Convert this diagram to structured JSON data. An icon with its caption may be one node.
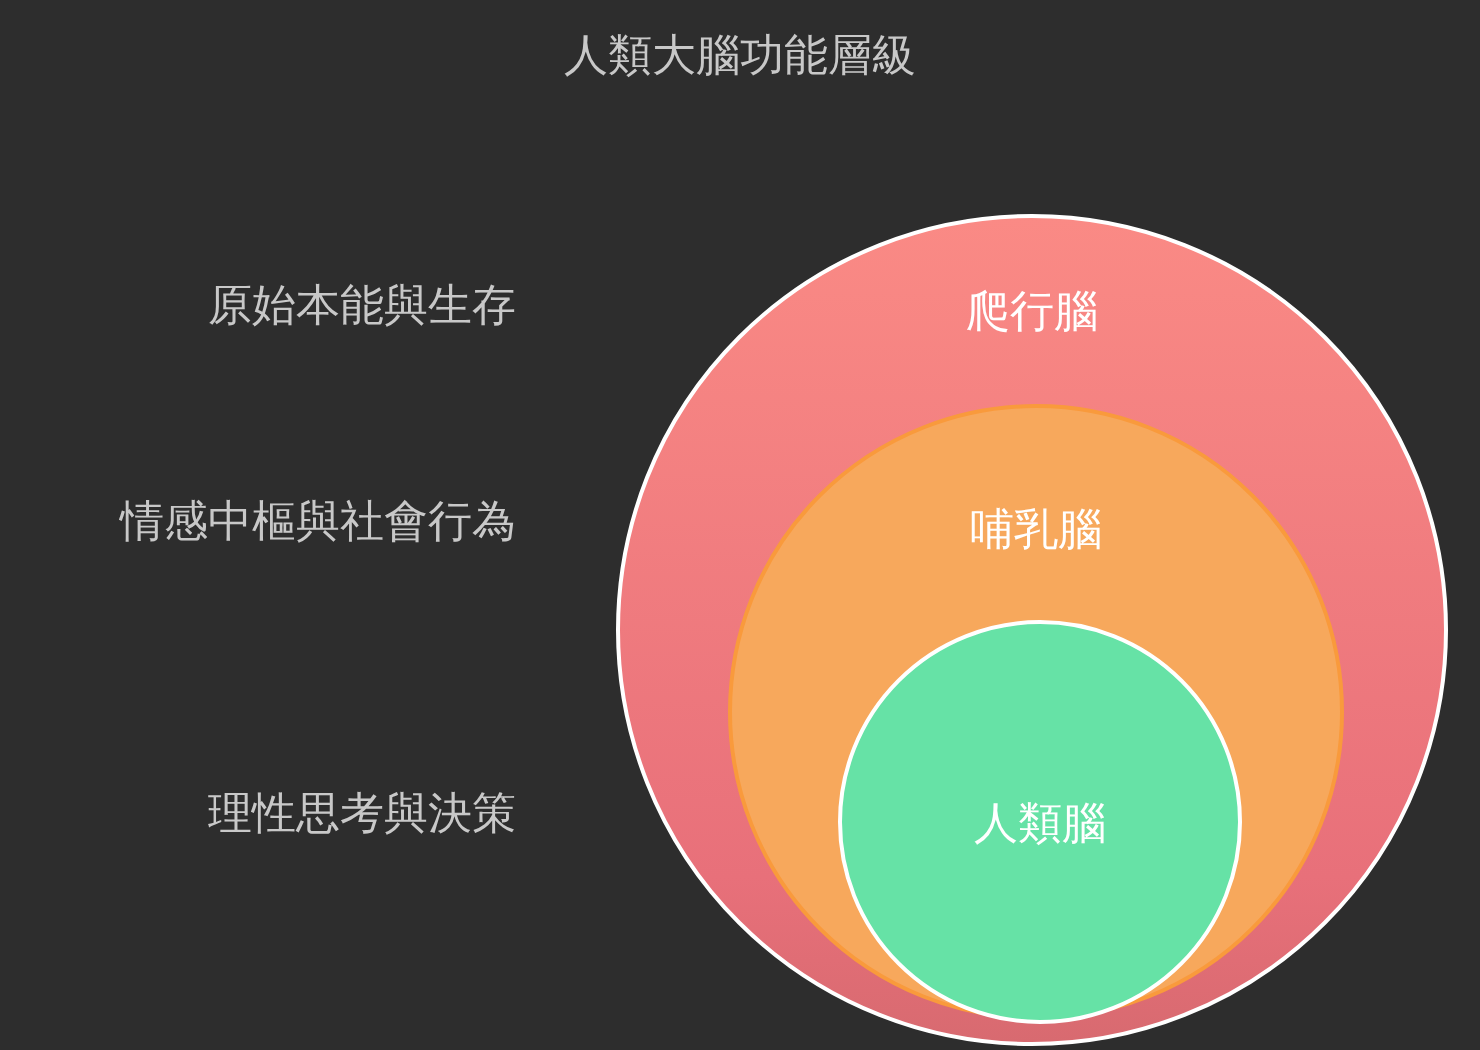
{
  "diagram": {
    "title": "人類大腦功能層級",
    "nodes": [
      {
        "text": [
          "爬行腦"
        ]
      },
      {
        "text": [
          "哺乳腦"
        ],
        "in": 0
      },
      {
        "text": [
          "人類腦"
        ],
        "in": 1
      }
    ],
    "edges": [],
    "labels": [
      "原始本能與生存",
      "情感中樞與社會行為",
      "理性思考與決策"
    ]
  }
}
